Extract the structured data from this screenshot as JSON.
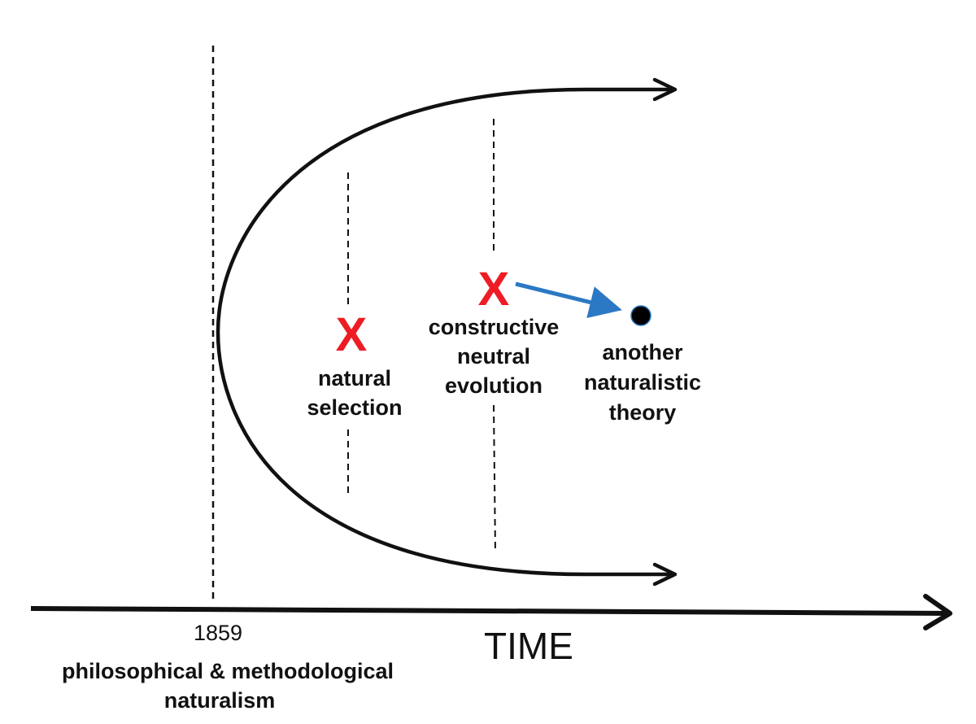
{
  "colors": {
    "ink": "#111111",
    "x_mark": "#ee1c24",
    "pointer_arrow": "#2b78c4",
    "dot": "#000000"
  },
  "axis": {
    "label": "TIME"
  },
  "baseline": {
    "year": "1859",
    "caption_line1": "philosophical & methodological",
    "caption_line2": "naturalism"
  },
  "theories": [
    {
      "mark": "X",
      "label_lines": [
        "natural",
        "selection"
      ]
    },
    {
      "mark": "X",
      "label_lines": [
        "constructive",
        "neutral",
        "evolution"
      ]
    }
  ],
  "next_theory": {
    "label_lines": [
      "another",
      "naturalistic",
      "theory"
    ]
  }
}
